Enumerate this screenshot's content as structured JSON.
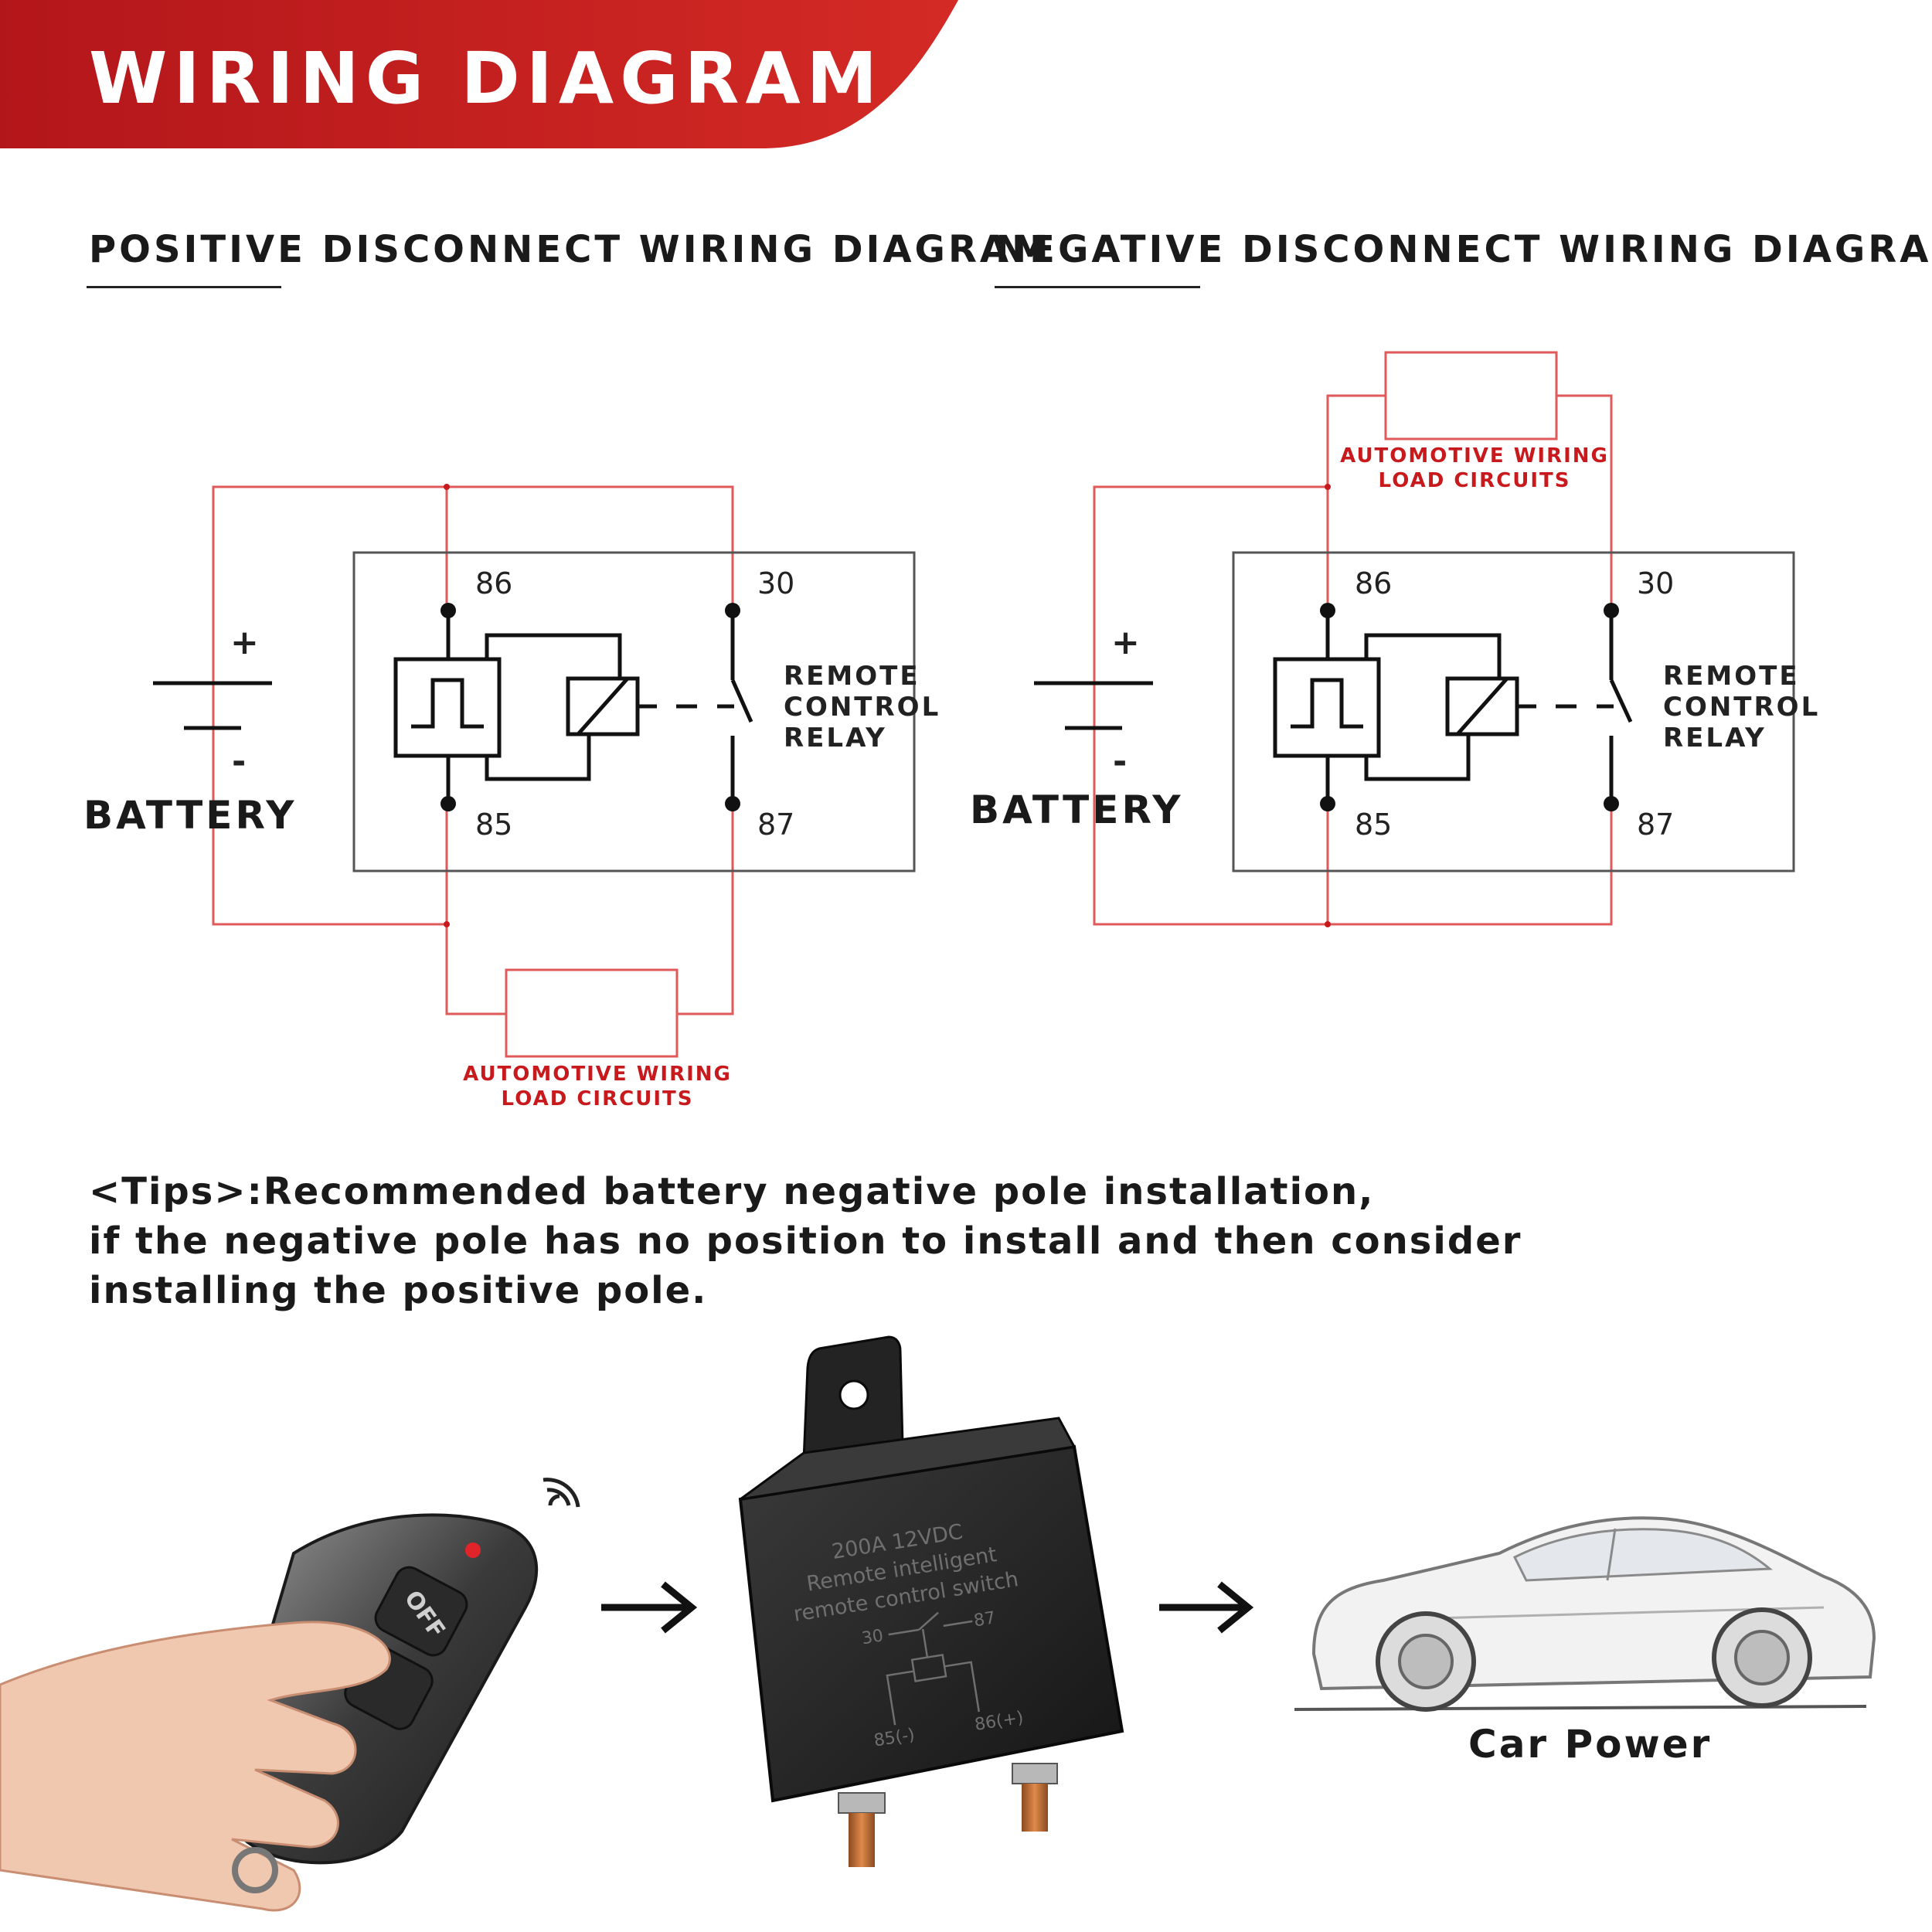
{
  "header": {
    "title": "WIRING DIAGRAM"
  },
  "positive": {
    "title": "POSITIVE DISCONNECT WIRING DIAGRAM",
    "terminals": {
      "t86": "86",
      "t85": "85",
      "t30": "30",
      "t87": "87"
    },
    "battery": {
      "label": "BATTERY",
      "plus": "+",
      "minus": "-"
    },
    "relay_label": [
      "REMOTE",
      "CONTROL",
      "RELAY"
    ],
    "load_label": [
      "AUTOMOTIVE WIRING",
      "LOAD CIRCUITS"
    ]
  },
  "negative": {
    "title": "NEGATIVE DISCONNECT WIRING DIAGRAM",
    "terminals": {
      "t86": "86",
      "t85": "85",
      "t30": "30",
      "t87": "87"
    },
    "battery": {
      "label": "BATTERY",
      "plus": "+",
      "minus": "-"
    },
    "relay_label": [
      "REMOTE",
      "CONTROL",
      "RELAY"
    ],
    "load_label": [
      "AUTOMOTIVE WIRING",
      "LOAD CIRCUITS"
    ]
  },
  "tips": {
    "lines": [
      "<Tips>:Recommended battery negative pole installation,",
      "if the negative pole has no position to install and then consider",
      "installing the positive pole."
    ]
  },
  "product": {
    "remote_button": "OFF",
    "relay_text": [
      "200A  12VDC",
      "Remote intelligent",
      "remote control switch"
    ],
    "relay_pins": {
      "p30": "30",
      "p87": "87",
      "p85": "85(-)",
      "p86": "86(+)"
    },
    "car_caption": "Car Power"
  },
  "colors": {
    "accent": "#c8191c",
    "wire": "#e05a5a",
    "ink": "#1a1a1a"
  }
}
